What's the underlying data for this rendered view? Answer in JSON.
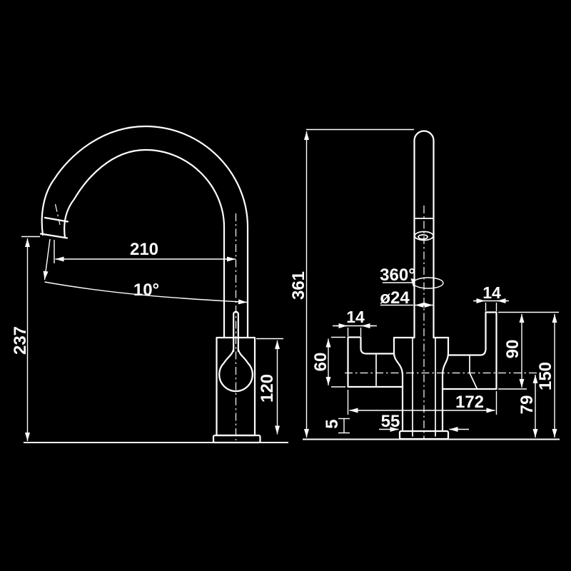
{
  "colors": {
    "background": "#000000",
    "line": "#ffffff"
  },
  "side_view": {
    "dims": {
      "reach": "210",
      "spout_angle": "10°",
      "spout_height": "237",
      "body_height": "120"
    }
  },
  "front_view": {
    "dims": {
      "overall_height": "361",
      "swivel": "360°",
      "spout_diameter": "ø24",
      "right_handle_width": "14",
      "left_handle_width": "14",
      "left_handle_drop": "60",
      "right_handle_drop": "90",
      "right_handle_height": "150",
      "overall_width": "172",
      "outlet_centre_height": "79",
      "base_height": "5",
      "base_width": "55"
    }
  }
}
